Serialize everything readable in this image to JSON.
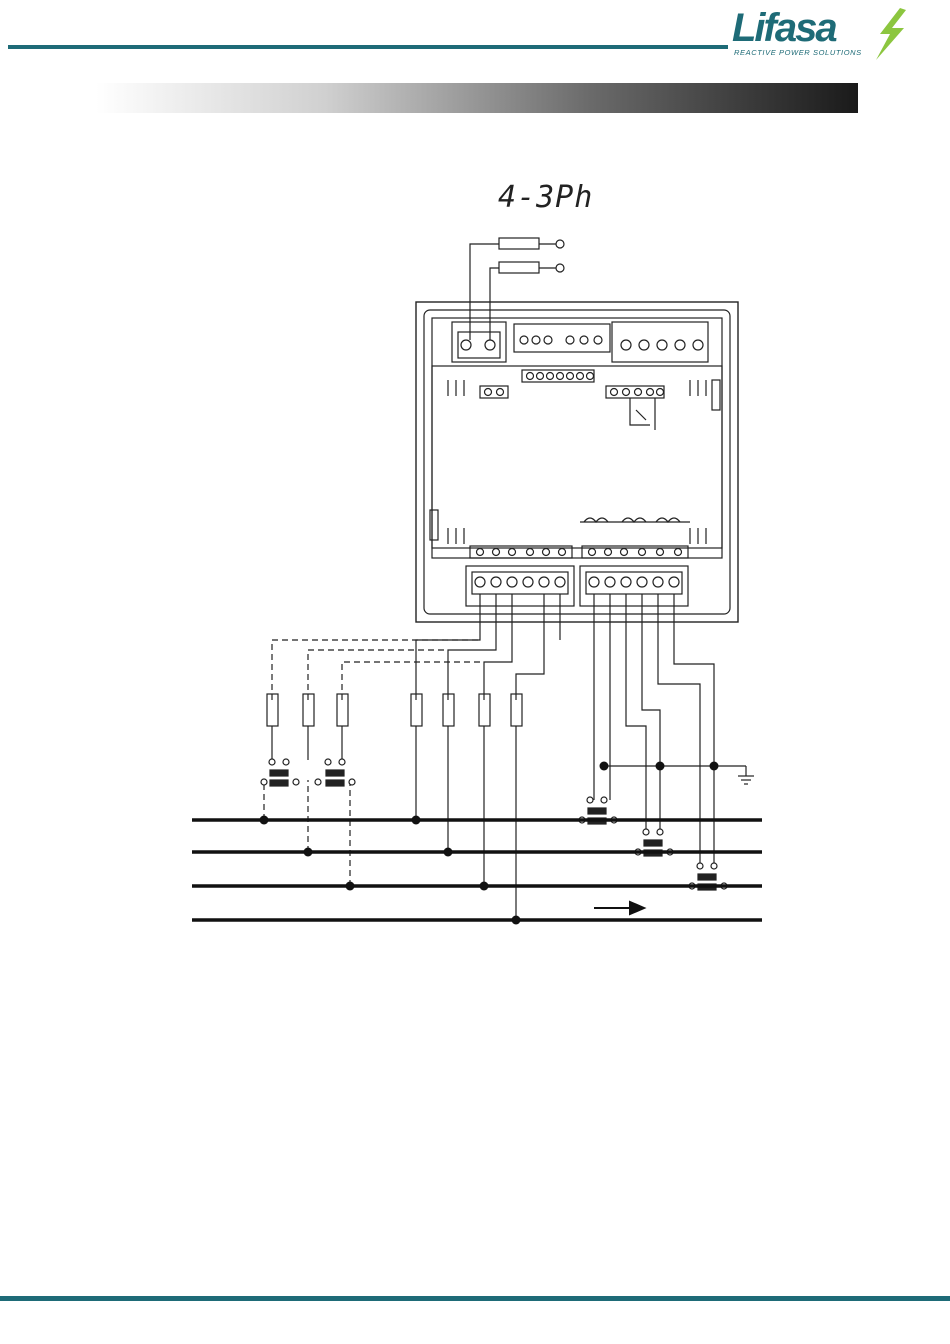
{
  "header": {
    "logo_text": "Lifasa",
    "logo_tagline": "REACTIVE POWER SOLUTIONS",
    "brand_color": "#1e6b77",
    "accent_color": "#8cc63f"
  },
  "diagram": {
    "display_label": "4-3Ph"
  }
}
